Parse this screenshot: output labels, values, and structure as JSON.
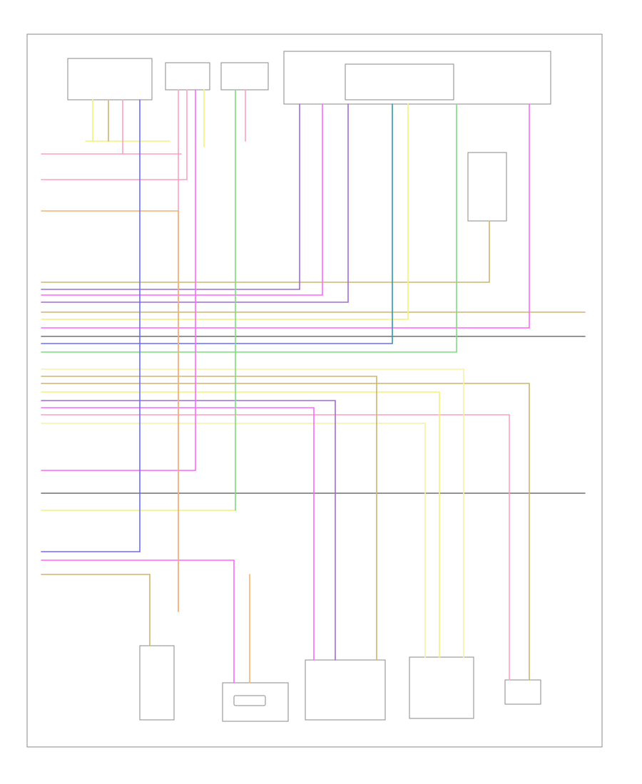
{
  "diagram": {
    "footer_code": "",
    "colors": {
      "frame": "#8a8a8a",
      "pink": "#ff9ec0",
      "yellow": "#f2f27a",
      "orange": "#f5b070",
      "tan": "#cdb670",
      "magenta": "#ff66ff",
      "purple": "#a26ad6",
      "blue": "#6a6aff",
      "green": "#7ddc7d",
      "teal": "#2e9aa5",
      "black": "#707070",
      "light_yellow": "#f7f0a8"
    },
    "components": [
      {
        "id": "relay-box-left"
      },
      {
        "id": "module-small-a"
      },
      {
        "id": "module-small-b"
      },
      {
        "id": "switch-assembly-top-right"
      },
      {
        "id": "resistor-pack-right"
      },
      {
        "id": "motor-bottom-center"
      },
      {
        "id": "switch-bottom-center"
      },
      {
        "id": "sensor-bottom-right"
      },
      {
        "id": "actuator-bottom-right"
      },
      {
        "id": "switch-stack-bottom-left"
      }
    ]
  }
}
